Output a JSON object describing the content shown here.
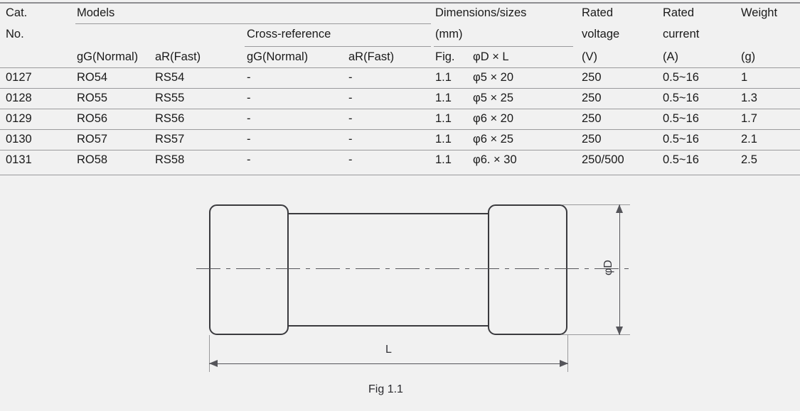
{
  "table": {
    "headers": {
      "cat_no_line1": "Cat.",
      "cat_no_line2": "No.",
      "models": "Models",
      "cross_reference": "Cross-reference",
      "models_gg": "gG(Normal)",
      "models_ar": "aR(Fast)",
      "xref_gg": "gG(Normal)",
      "xref_ar": "aR(Fast)",
      "dimensions_line1": "Dimensions/sizes",
      "dimensions_line2": "(mm)",
      "fig": "Fig.",
      "d_x_l": "φD × L",
      "rated_voltage_line1": "Rated",
      "rated_voltage_line2": "voltage",
      "rated_voltage_unit": "(V)",
      "rated_current_line1": "Rated",
      "rated_current_line2": "current",
      "rated_current_unit": "(A)",
      "weight_line1": "Weight",
      "weight_unit": "(g)"
    },
    "rows": [
      {
        "cat_no": "0127",
        "models_gg": "RO54",
        "models_ar": "RS54",
        "xref_gg": "-",
        "xref_ar": "-",
        "fig": "1.1",
        "d_x_l": "φ5 × 20",
        "rated_voltage": "250",
        "rated_current": "0.5~16",
        "weight": "1"
      },
      {
        "cat_no": "0128",
        "models_gg": "RO55",
        "models_ar": "RS55",
        "xref_gg": "-",
        "xref_ar": "-",
        "fig": "1.1",
        "d_x_l": "φ5 × 25",
        "rated_voltage": "250",
        "rated_current": "0.5~16",
        "weight": "1.3"
      },
      {
        "cat_no": "0129",
        "models_gg": "RO56",
        "models_ar": "RS56",
        "xref_gg": "-",
        "xref_ar": "-",
        "fig": "1.1",
        "d_x_l": "φ6 × 20",
        "rated_voltage": "250",
        "rated_current": "0.5~16",
        "weight": "1.7"
      },
      {
        "cat_no": "0130",
        "models_gg": "RO57",
        "models_ar": "RS57",
        "xref_gg": "-",
        "xref_ar": "-",
        "fig": "1.1",
        "d_x_l": "φ6 × 25",
        "rated_voltage": "250",
        "rated_current": "0.5~16",
        "weight": "2.1"
      },
      {
        "cat_no": "0131",
        "models_gg": "RO58",
        "models_ar": "RS58",
        "xref_gg": "-",
        "xref_ar": "-",
        "fig": "1.1",
        "d_x_l": "φ6. × 30",
        "rated_voltage": "250/500",
        "rated_current": "0.5~16",
        "weight": "2.5"
      }
    ]
  },
  "figure": {
    "caption": "Fig 1.1",
    "length_label": "L",
    "diameter_label": "φD"
  },
  "colors": {
    "background": "#f1f1f1",
    "text": "#1a1a1a",
    "rule": "#9a9a9c",
    "outline": "#3a3a3e",
    "dimension": "#55555a"
  }
}
